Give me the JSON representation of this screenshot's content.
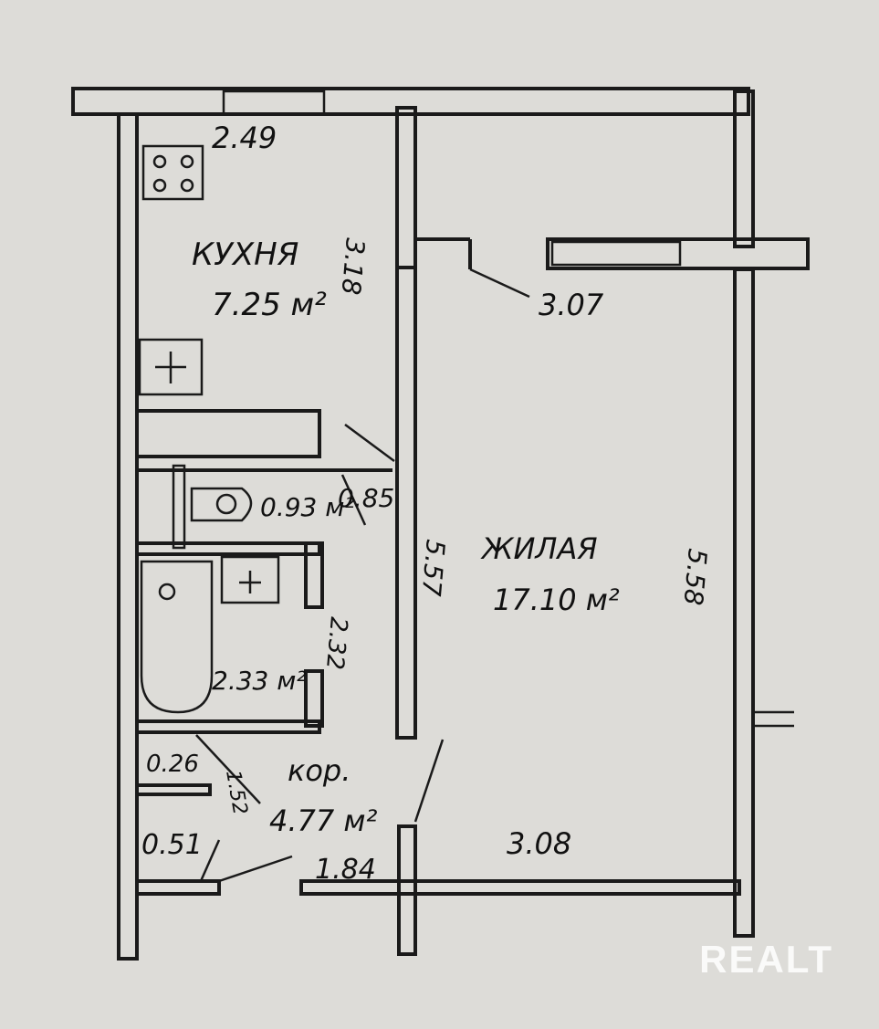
{
  "plan": {
    "kitchen": {
      "name": "КУХНЯ",
      "area": "7.25 м²",
      "width": "2.49",
      "length": "3.18"
    },
    "living": {
      "name": "ЖИЛАЯ",
      "area": "17.10 м²",
      "left_length": "5.57",
      "right_length": "5.58",
      "top_width": "3.07",
      "bottom_width": "3.08"
    },
    "toilet": {
      "area": "0.93 м²",
      "width": "0.85"
    },
    "bathroom": {
      "area": "2.33 м²",
      "length": "2.32"
    },
    "corridor": {
      "name": "кор.",
      "area": "4.77 м²",
      "width": "1.84",
      "length": "1.52"
    },
    "closet": {
      "area": "0.51",
      "width": "0.26"
    }
  },
  "watermark": "REALT"
}
